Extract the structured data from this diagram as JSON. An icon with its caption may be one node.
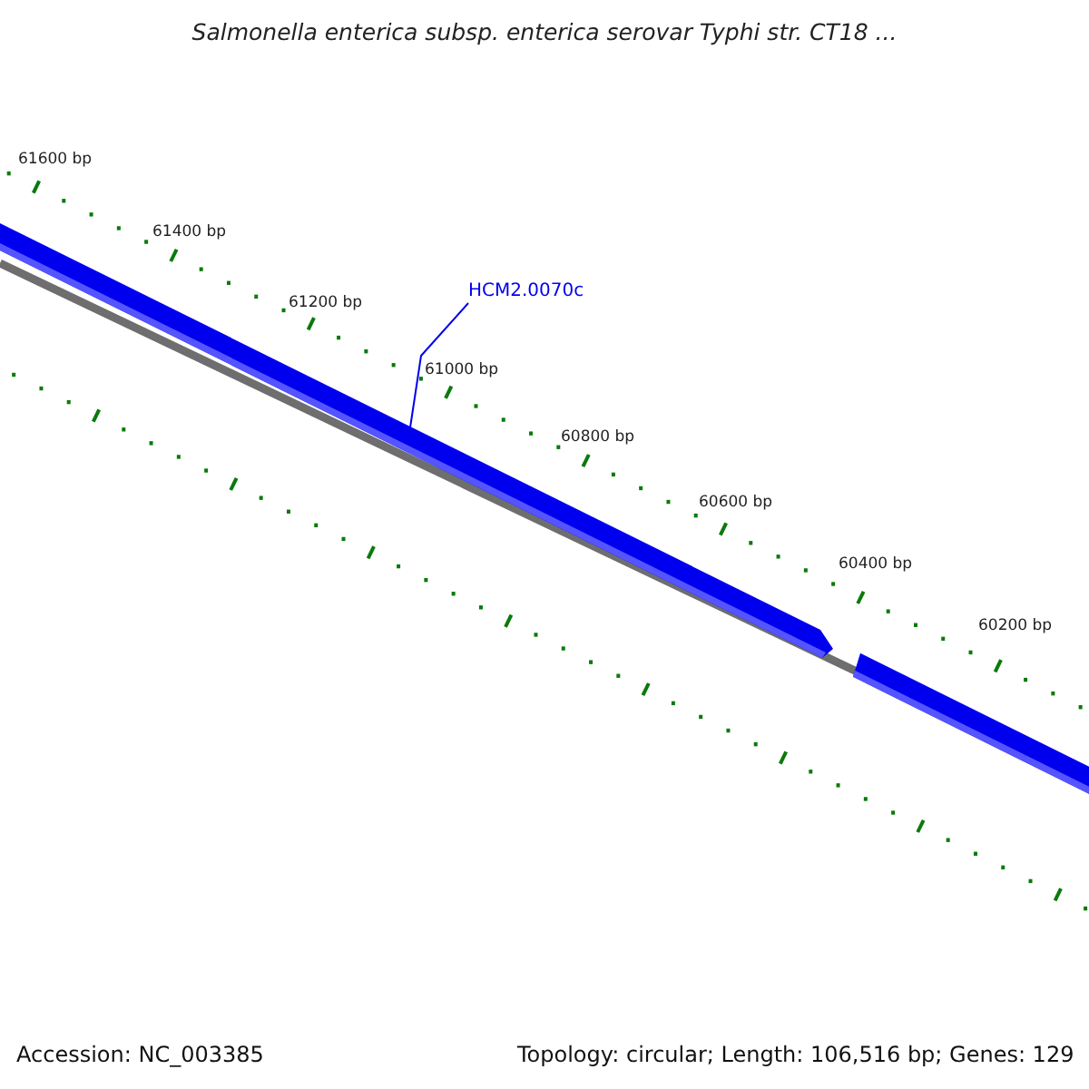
{
  "diagram": {
    "title": "Salmonella enterica subsp. enterica serovar Typhi str. CT18 ...",
    "nodes": [
      {
        "text": [
          "HCM2.0070c"
        ]
      },
      {
        "text": [],
        "shape": "bar"
      }
    ],
    "edges": [
      {
        "from": 0,
        "to": 1,
        "arrow": "none"
      }
    ],
    "labels": [
      "61600 bp",
      "61400 bp",
      "61200 bp",
      "61000 bp",
      "60800 bp",
      "60600 bp",
      "60400 bp",
      "60200 bp",
      "Accession: NC_003385",
      "Topology: circular; Length: 106,516 bp; Genes: 129"
    ]
  }
}
